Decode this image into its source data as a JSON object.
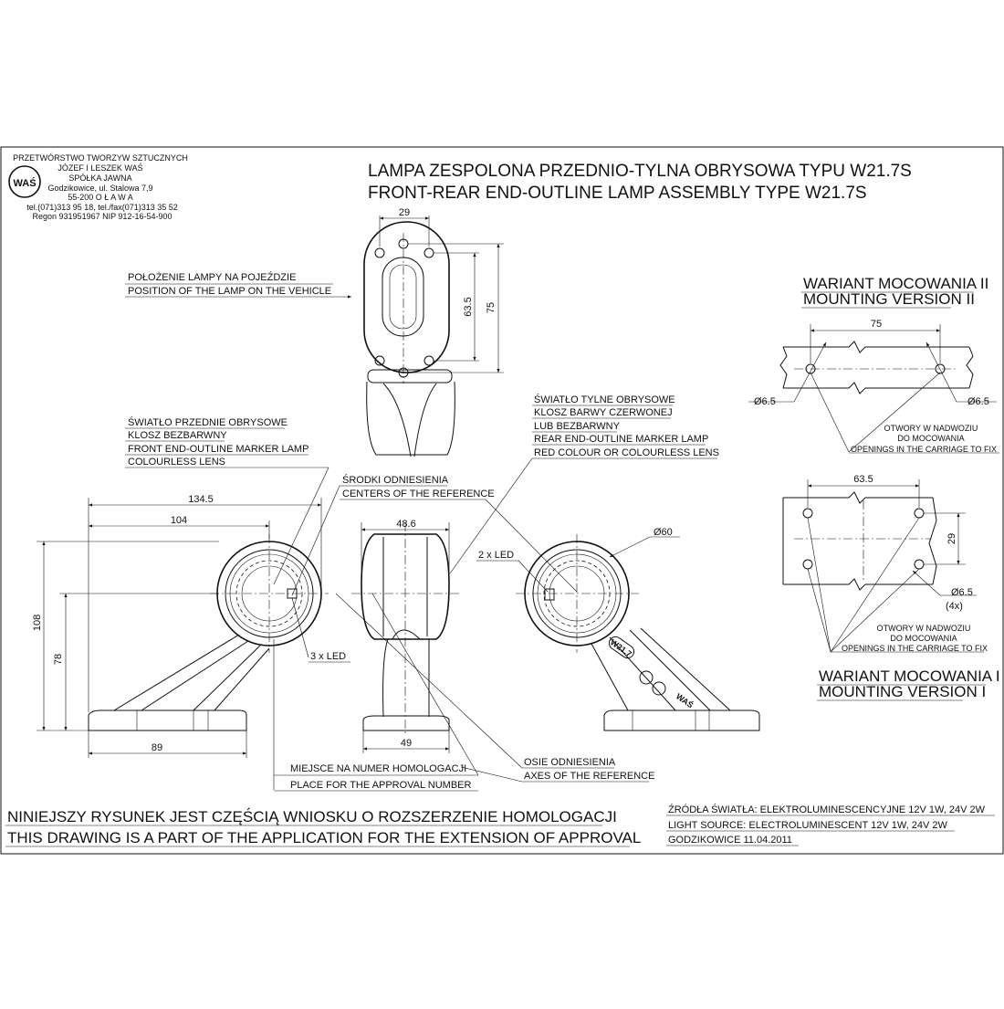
{
  "company": {
    "line1": "PRZETWÓRSTWO TWORZYW SZTUCZNYCH",
    "line2": "JÓZEF I LESZEK WAŚ",
    "line3": "SPÓŁKA JAWNA",
    "line4": "Godzikowice, ul. Stalowa 7,9",
    "line5": "55-200  O Ł A W A",
    "line6": "tel.(071)313 95 18, tel./fax(071)313 35 52",
    "line7": "Regon 931951967 NIP 912-16-54-900",
    "logo_text": "WAŚ"
  },
  "title": {
    "pl": "LAMPA ZESPOLONA PRZEDNIO-TYLNA OBRYSOWA TYPU W21.7S",
    "en": "FRONT-REAR END-OUTLINE LAMP ASSEMBLY TYPE W21.7S"
  },
  "labels": {
    "position_pl": "POŁOŻENIE LAMPY NA POJEŹDZIE",
    "position_en": "POSITION OF THE LAMP ON THE VEHICLE",
    "front_1": "ŚWIATŁO PRZEDNIE OBRYSOWE",
    "front_2": "KLOSZ BEZBARWNY",
    "front_3": "FRONT END-OUTLINE MARKER LAMP",
    "front_4": "COLOURLESS LENS",
    "rear_1": "ŚWIATŁO TYLNE OBRYSOWE",
    "rear_2": "KLOSZ BARWY CZERWONEJ",
    "rear_3": "LUB BEZBARWNY",
    "rear_4": "REAR END-OUTLINE MARKER LAMP",
    "rear_5": "RED COLOUR OR COLOURLESS LENS",
    "centers_pl": "ŚRODKI ODNIESIENIA",
    "centers_en": "CENTERS OF THE REFERENCE",
    "led3": "3 x LED",
    "led2": "2 x LED",
    "homolog_pl": "MIEJSCE NA NUMER HOMOLOGACJI",
    "homolog_en": "PLACE FOR THE APPROVAL NUMBER",
    "axes_pl": "OSIE ODNIESIENIA",
    "axes_en": "AXES OF THE REFERENCE",
    "mount2_pl": "WARIANT MOCOWANIA II",
    "mount2_en": "MOUNTING VERSION II",
    "mount1_pl": "WARIANT MOCOWANIA I",
    "mount1_en": "MOUNTING VERSION I",
    "holes_1": "OTWORY W NADWOZIU",
    "holes_2": "DO MOCOWANIA",
    "holes_3": "OPENINGS IN THE CARRIAGE TO FIX",
    "stamp_1": "W21.7",
    "stamp_2": "WAŚ"
  },
  "dimensions": {
    "d29_top": "29",
    "d63_5_vert": "63.5",
    "d75_vert": "75",
    "d134_5": "134.5",
    "d104": "104",
    "d108": "108",
    "d78": "78",
    "d89": "89",
    "d48_6": "48.6",
    "d49": "49",
    "d60": "Ø60",
    "m2_75": "75",
    "m2_hole_l": "Ø6.5",
    "m2_hole_r": "Ø6.5",
    "m1_63_5": "63.5",
    "m1_29": "29",
    "m1_hole": "Ø6.5",
    "m1_count": "(4x)"
  },
  "footer": {
    "left_pl": "NINIEJSZY RYSUNEK JEST CZĘŚCIĄ WNIOSKU O  ROZSZERZENIE  HOMOLOGACJI",
    "left_en": "THIS DRAWING IS A PART OF THE APPLICATION FOR THE EXTENSION OF APPROVAL",
    "right_1": "ŹRÓDŁA ŚWIATŁA: ELEKTROLUMINESCENCYJNE  12V  1W, 24V  2W",
    "right_2": "LIGHT SOURCE: ELECTROLUMINESCENT  12V  1W, 24V  2W",
    "right_3": "GODZIKOWICE 11.04.2011"
  }
}
